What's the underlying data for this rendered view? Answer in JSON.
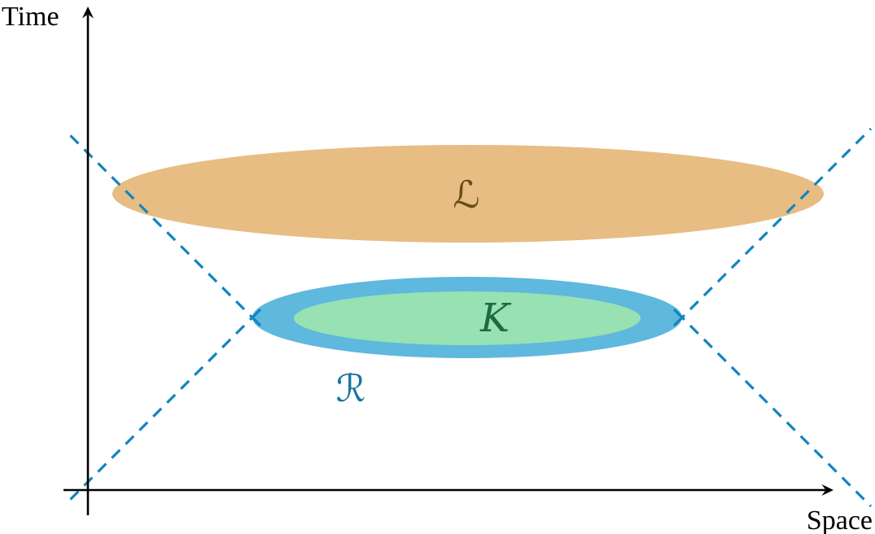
{
  "figure": {
    "background": "#ffffff",
    "axes": {
      "x_label": "Space",
      "y_label": "Time",
      "color": "#000000"
    },
    "light_cone": {
      "line_style": "dashed",
      "color": "#1184c1"
    },
    "regions": {
      "L": {
        "label": "ℒ",
        "fill": "#e7bd83",
        "label_color": "#6b4e16"
      },
      "K": {
        "label": "K",
        "fill": "#97e1b2",
        "label_color": "#1d6b42"
      },
      "R": {
        "label": "ℛ",
        "fill": "#5fb8dd",
        "label_color": "#16769f"
      }
    }
  }
}
